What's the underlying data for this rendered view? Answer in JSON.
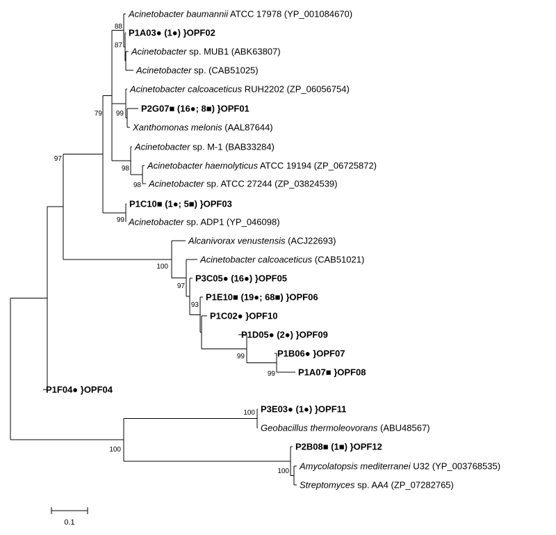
{
  "taxa": [
    {
      "parts": [
        {
          "text": "Acinetobacter baumannii",
          "italic": true
        },
        {
          "text": " ATCC 17978 (YP_001084670)"
        }
      ]
    },
    {
      "bold": true,
      "parts": [
        {
          "text": "P1A03● (1●) }OPF02"
        }
      ]
    },
    {
      "parts": [
        {
          "text": "Acinetobacter",
          "italic": true
        },
        {
          "text": " sp. MUB1 (ABK63807)"
        }
      ]
    },
    {
      "parts": [
        {
          "text": "Acinetobacter",
          "italic": true
        },
        {
          "text": " sp. (CAB51025)"
        }
      ]
    },
    {
      "parts": [
        {
          "text": "Acinetobacter calcoaceticus",
          "italic": true
        },
        {
          "text": " RUH2202 (ZP_06056754)"
        }
      ]
    },
    {
      "bold": true,
      "parts": [
        {
          "text": "P2G07■ (16●; 8■) }OPF01"
        }
      ]
    },
    {
      "parts": [
        {
          "text": "Xanthomonas melonis",
          "italic": true
        },
        {
          "text": " (AAL87644)"
        }
      ]
    },
    {
      "parts": [
        {
          "text": "Acinetobacter",
          "italic": true
        },
        {
          "text": " sp. M-1 (BAB33284)"
        }
      ]
    },
    {
      "parts": [
        {
          "text": "Acinetobacter haemolyticus",
          "italic": true
        },
        {
          "text": " ATCC 19194 (ZP_06725872)"
        }
      ]
    },
    {
      "parts": [
        {
          "text": "Acinetobacter",
          "italic": true
        },
        {
          "text": " sp. ATCC 27244 (ZP_03824539)"
        }
      ]
    },
    {
      "bold": true,
      "parts": [
        {
          "text": "P1C10■ (1●; 5■) }OPF03"
        }
      ]
    },
    {
      "parts": [
        {
          "text": "Acinetobacter",
          "italic": true
        },
        {
          "text": " sp. ADP1 (YP_046098)"
        }
      ]
    },
    {
      "parts": [
        {
          "text": "Alcanivorax venustensis",
          "italic": true
        },
        {
          "text": " (ACJ22693)"
        }
      ]
    },
    {
      "parts": [
        {
          "text": "Acinetobacter calcoaceticus",
          "italic": true
        },
        {
          "text": " (CAB51021)"
        }
      ]
    },
    {
      "bold": true,
      "parts": [
        {
          "text": "P3C05● (16●) }OPF05"
        }
      ]
    },
    {
      "bold": true,
      "parts": [
        {
          "text": "P1E10■ (19●; 68■) }OPF06"
        }
      ]
    },
    {
      "bold": true,
      "parts": [
        {
          "text": "P1C02● }OPF10"
        }
      ]
    },
    {
      "bold": true,
      "parts": [
        {
          "text": "P1D05● (2●) }OPF09"
        }
      ]
    },
    {
      "bold": true,
      "parts": [
        {
          "text": "P1B06● }OPF07"
        }
      ]
    },
    {
      "bold": true,
      "parts": [
        {
          "text": "P1A07■ }OPF08"
        }
      ]
    },
    {
      "bold": true,
      "parts": [
        {
          "text": "P1F04● }OPF04"
        }
      ]
    },
    {
      "bold": true,
      "parts": [
        {
          "text": "P3E03● (1●) }OPF11"
        }
      ]
    },
    {
      "parts": [
        {
          "text": "Geobacillus thermoleovorans",
          "italic": true
        },
        {
          "text": " (ABU48567)"
        }
      ]
    },
    {
      "bold": true,
      "parts": [
        {
          "text": "P2B08■ (1■) }OPF12"
        }
      ]
    },
    {
      "parts": [
        {
          "text": "Amycolatopsis mediterranei",
          "italic": true
        },
        {
          "text": " U32 (YP_003768535)"
        }
      ]
    },
    {
      "parts": [
        {
          "text": "Streptomyces",
          "italic": true
        },
        {
          "text": " sp. AA4 (ZP_07282765)"
        }
      ]
    }
  ],
  "bootstrap_values": [
    "88",
    "87",
    "99",
    "79",
    "97",
    "98",
    "98",
    "99",
    "100",
    "97",
    "93",
    "99",
    "99",
    "100",
    "100",
    "100"
  ],
  "scale_bar": {
    "label": "0.1",
    "length": 0.1
  },
  "colors": {
    "line": "#000000",
    "text": "#000000",
    "background": "#ffffff"
  }
}
